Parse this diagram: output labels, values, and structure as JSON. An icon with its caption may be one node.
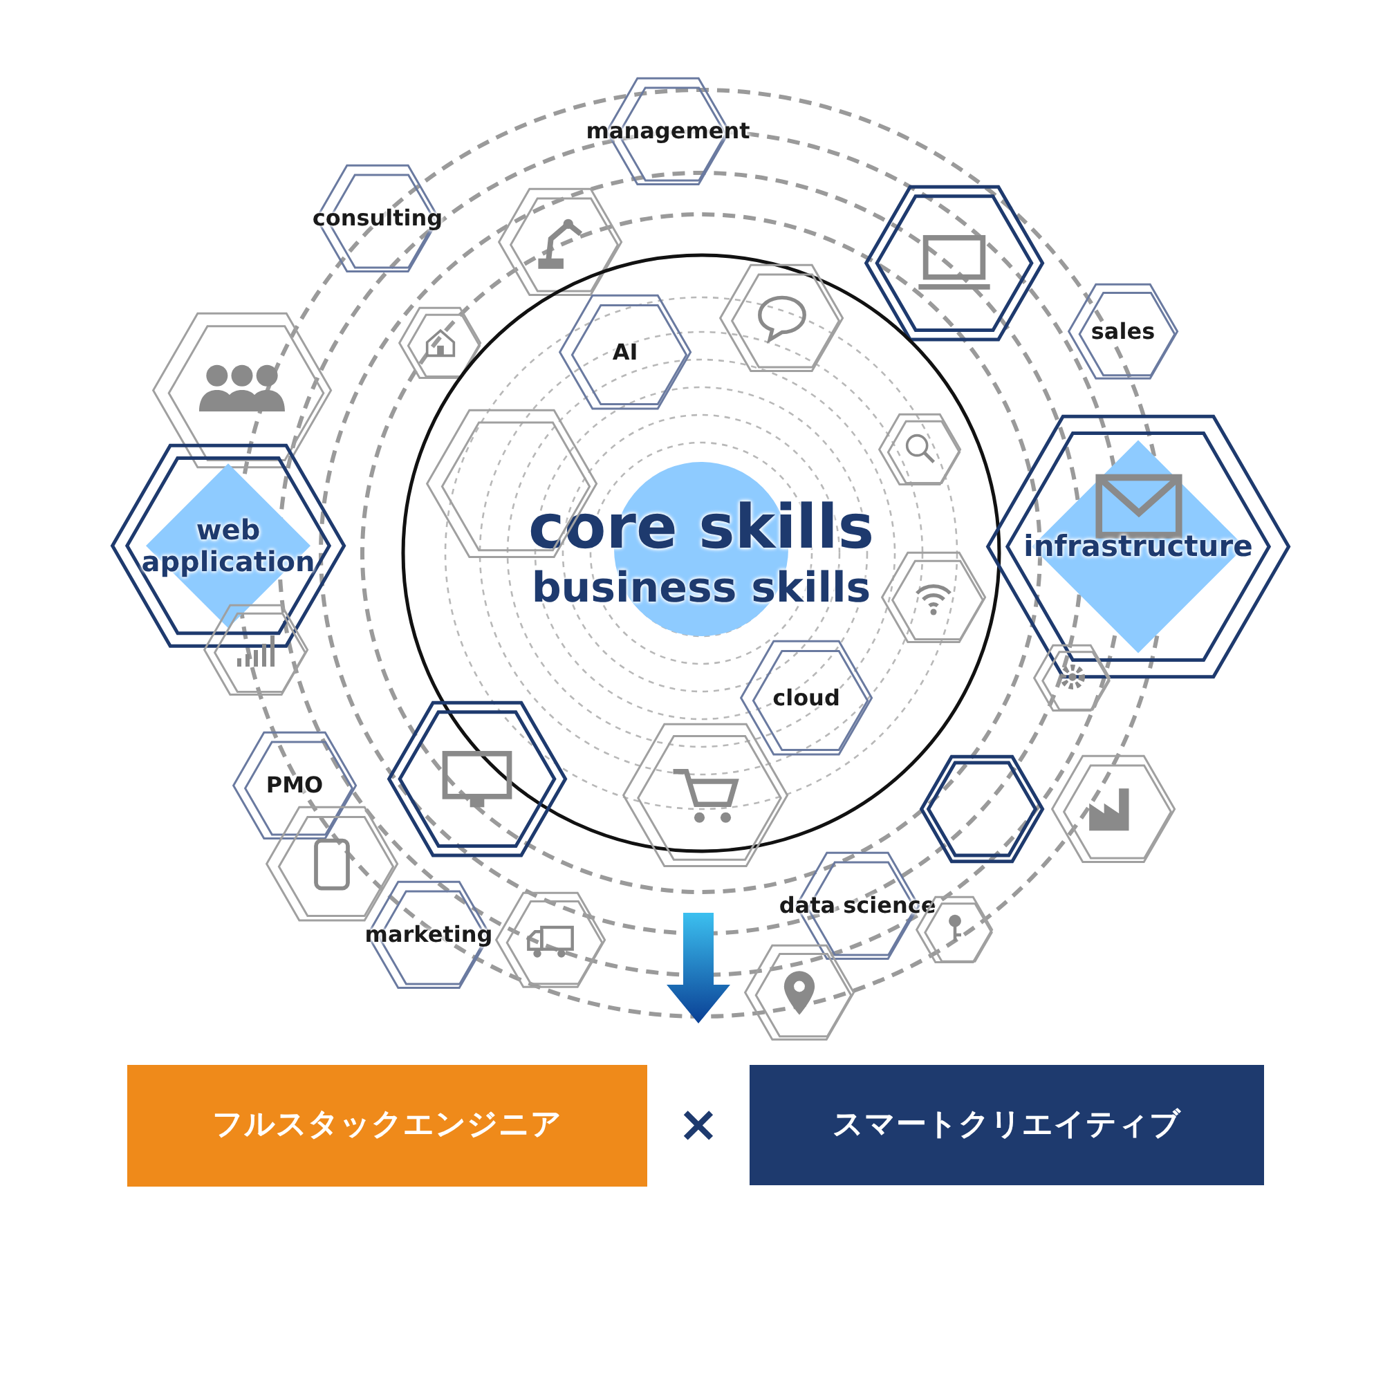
{
  "diagram": {
    "nodes": [
      {
        "text": [
          "management"
        ]
      },
      {
        "text": [
          "consulting"
        ]
      },
      {
        "text": [],
        "shape": "hexagon"
      },
      {
        "text": [],
        "shape": "hexagon"
      },
      {
        "text": [],
        "shape": "hexagon",
        "in": 11
      },
      {
        "text": [
          "sales"
        ]
      },
      {
        "text": [],
        "shape": "hexagon"
      },
      {
        "text": [
          "AI"
        ],
        "in": 11
      },
      {
        "text": [],
        "shape": "hexagon"
      },
      {
        "text": [],
        "shape": "hexagon",
        "in": 11
      },
      {
        "text": [],
        "shape": "hexagon",
        "in": 11
      },
      {
        "text": [
          "core skills",
          "business skills"
        ]
      },
      {
        "text": [
          "web application"
        ]
      },
      {
        "text": [
          "infrastructure"
        ]
      },
      {
        "text": [],
        "shape": "hexagon",
        "in": 11
      },
      {
        "text": [],
        "shape": "hexagon"
      },
      {
        "text": [],
        "shape": "hexagon"
      },
      {
        "text": [
          "cloud"
        ],
        "in": 11
      },
      {
        "text": [],
        "shape": "hexagon"
      },
      {
        "text": [
          "PMO"
        ]
      },
      {
        "text": [],
        "shape": "hexagon"
      },
      {
        "text": [],
        "shape": "hexagon"
      },
      {
        "text": [],
        "shape": "hexagon"
      },
      {
        "text": [],
        "shape": "hexagon"
      },
      {
        "text": [
          "data science"
        ]
      },
      {
        "text": [],
        "shape": "hexagon"
      },
      {
        "text": [
          "marketing"
        ]
      },
      {
        "text": [],
        "shape": "hexagon"
      },
      {
        "text": [],
        "shape": "hexagon"
      },
      {
        "text": [
          "フルスタックエンジニア"
        ]
      },
      {
        "text": [
          "スマートクリエイティブ"
        ]
      }
    ],
    "labels": [
      "×"
    ]
  }
}
